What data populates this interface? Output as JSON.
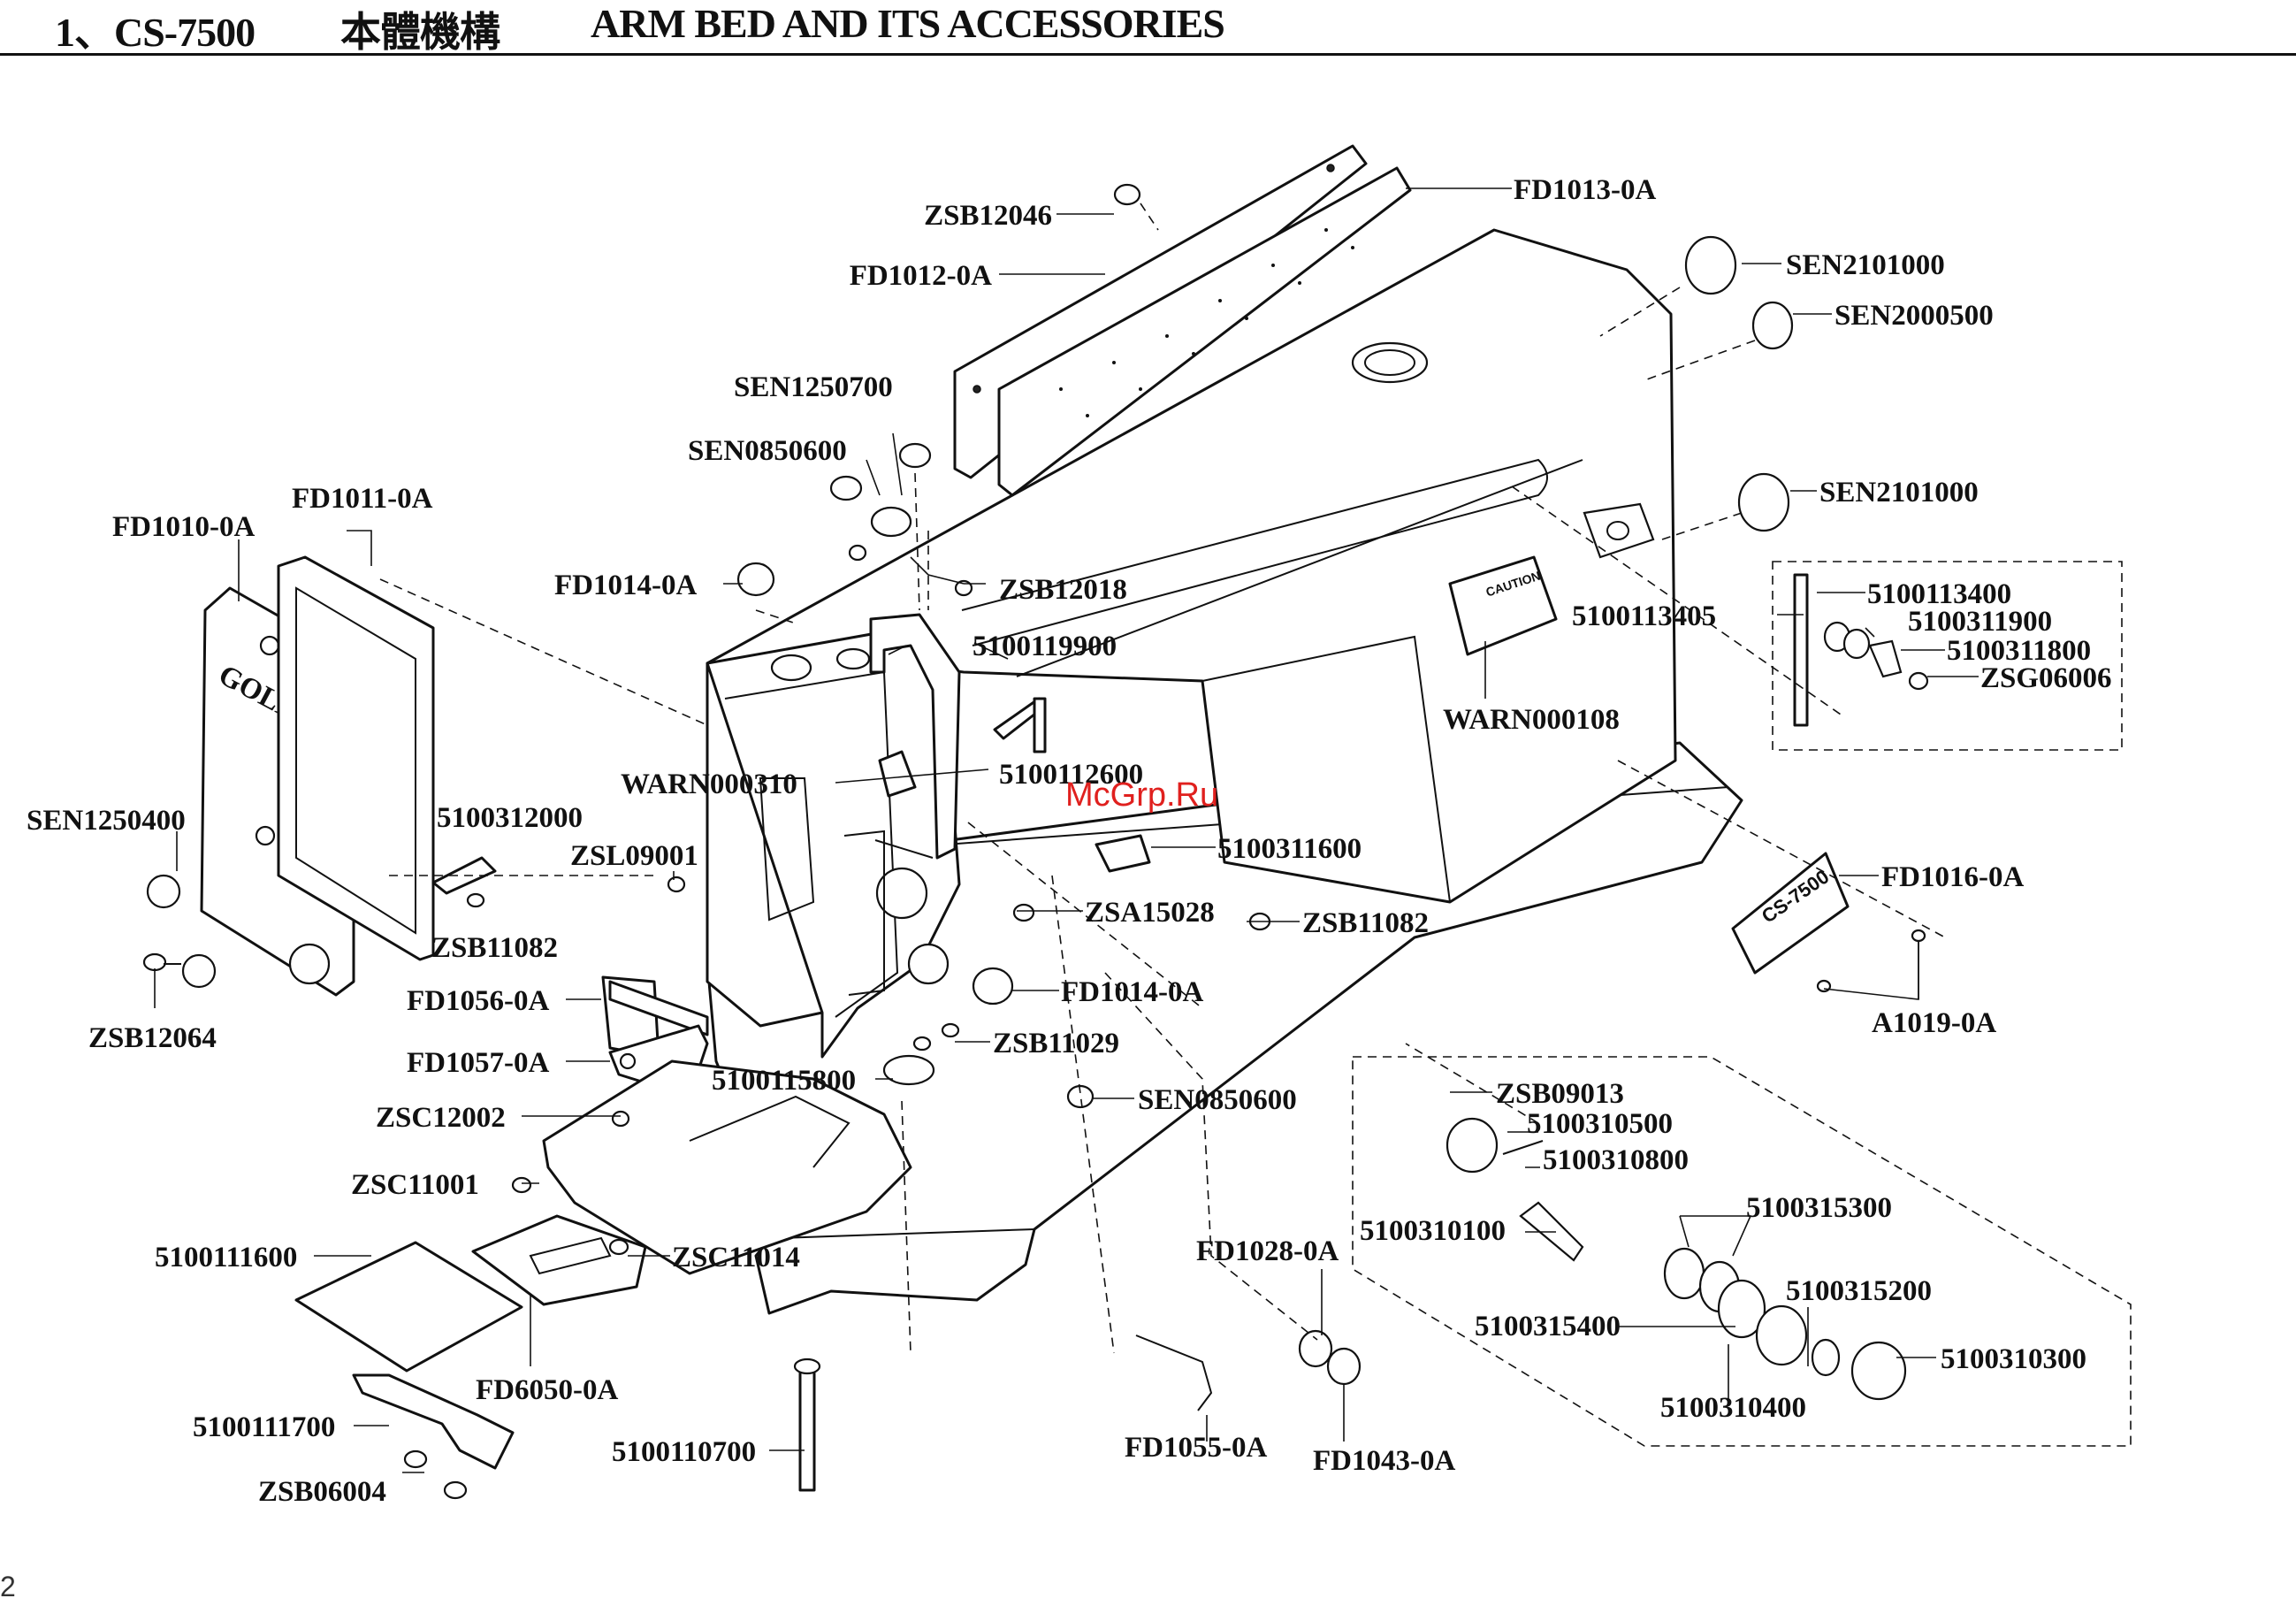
{
  "header": {
    "model": "1、CS-7500",
    "title_zh": "本體機構",
    "title_en": "ARM BED AND ITS ACCESSORIES"
  },
  "callouts": [
    "ZSB12046",
    "FD1013-0A",
    "FD1012-0A",
    "SEN2101000",
    "SEN2000500",
    "SEN1250700",
    "SEN0850600",
    "SEN2101000",
    "FD1011-0A",
    "FD1010-0A",
    "FD1014-0A",
    "ZSB12018",
    "5100113400",
    "5100113405",
    "5100311900",
    "5100311800",
    "ZSG06006",
    "5100119900",
    "WARN000108",
    "WARN000310",
    "5100112600",
    "SEN1250400",
    "5100312000",
    "ZSL09001",
    "5100311600",
    "FD1016-0A",
    "ZSB11082",
    "ZSA15028",
    "ZSB11082",
    "FD1056-0A",
    "FD1014-0A",
    "A1019-0A",
    "ZSB12064",
    "FD1057-0A",
    "ZSB11029",
    "5100115800",
    "ZSB09013",
    "ZSC12002",
    "SEN0850600",
    "5100310500",
    "5100310800",
    "ZSC11001",
    "5100315300",
    "5100310100",
    "ZSC11014",
    "FD1028-0A",
    "5100111600",
    "5100315200",
    "5100315400",
    "FD6050-0A",
    "5100310300",
    "5100310400",
    "5100111700",
    "5100110700",
    "FD1055-0A",
    "FD1043-0A",
    "ZSB06004"
  ],
  "plates": {
    "caution": "CAUTION",
    "nameplate": "CS-7500",
    "face_logo": "GOLDEN WHEEL"
  },
  "watermark": "McGrp.Ru",
  "page_number": "2"
}
